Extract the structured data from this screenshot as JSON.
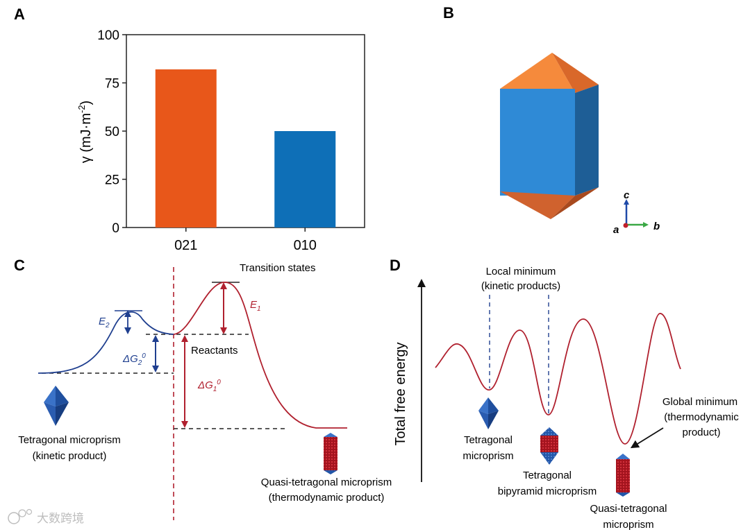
{
  "panel_labels": {
    "a": "A",
    "b": "B",
    "c": "C",
    "d": "D"
  },
  "chart_data": {
    "type": "bar",
    "categories": [
      "021",
      "010"
    ],
    "values": [
      82,
      50
    ],
    "bar_colors": [
      "#e8571a",
      "#0e6fb7"
    ],
    "ylabel": "γ (mJ·m",
    "ylabel_sup": "-2",
    "ylabel_close": ")",
    "ylim": [
      0,
      100
    ],
    "yticks": [
      "0",
      "25",
      "50",
      "75",
      "100"
    ]
  },
  "crystal": {
    "colors": {
      "front": "#2f8ad6",
      "side": "#1e5e96",
      "top_left": "#f58a3c",
      "top_right": "#d9682a",
      "bottom": "#c9582a"
    },
    "axes": {
      "c": "c",
      "a": "a",
      "b": "b"
    }
  },
  "panel_c": {
    "transition_states": "Transition states",
    "reactants": "Reactants",
    "e1": "E",
    "e1_sub": "1",
    "e2": "E",
    "e2_sub": "2",
    "dg1": "ΔG",
    "dg1_sub": "1",
    "dg1_sup": "0",
    "dg2": "ΔG",
    "dg2_sub": "2",
    "dg2_sup": "0",
    "kinetic_name": "Tetragonal microprism",
    "kinetic_desc": "(kinetic product)",
    "thermo_name": "Quasi-tetragonal microprism",
    "thermo_desc": "(thermodynamic product)",
    "colors": {
      "kinetic": "#1f3f8f",
      "thermo": "#b0202e"
    }
  },
  "panel_d": {
    "yaxis_label": "Total free energy",
    "local_min_line1": "Local minimum",
    "local_min_line2": "(kinetic products)",
    "global_min_line1": "Global minimum",
    "global_min_line2": "(thermodynamic",
    "global_min_line3": "product)",
    "product1_line1": "Tetragonal",
    "product1_line2": "microprism",
    "product2_line1": "Tetragonal",
    "product2_line2": "bipyramid microprism",
    "product3_line1": "Quasi-tetragonal",
    "product3_line2": "microprism",
    "curve_color": "#b0202e"
  },
  "watermark": "大数跨境"
}
